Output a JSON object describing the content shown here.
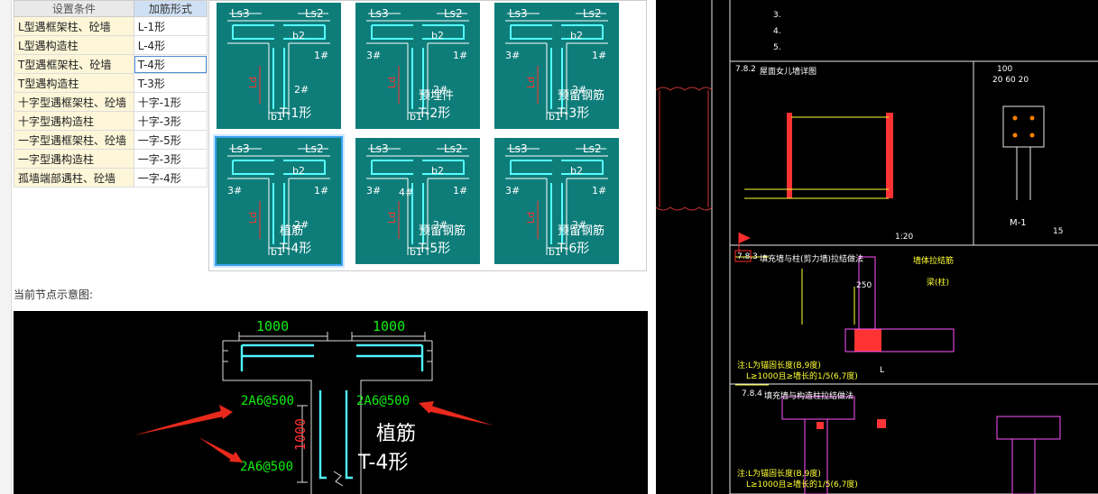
{
  "table": {
    "header": {
      "condition": "设置条件",
      "rebar_form": "加筋形式"
    },
    "rows": [
      {
        "condition": "L型遇框架柱、砼墙",
        "form": "L-1形"
      },
      {
        "condition": "L型遇构造柱",
        "form": "L-4形"
      },
      {
        "condition": "T型遇框架柱、砼墙",
        "form": "T-4形"
      },
      {
        "condition": "T型遇构造柱",
        "form": "T-3形"
      },
      {
        "condition": "十字型遇框架柱、砼墙",
        "form": "十字-1形"
      },
      {
        "condition": "十字型遇构造柱",
        "form": "十字-3形"
      },
      {
        "condition": "一字型遇框架柱、砼墙",
        "form": "一字-5形"
      },
      {
        "condition": "一字型遇构造柱",
        "form": "一字-3形"
      },
      {
        "condition": "孤墙端部遇柱、砼墙",
        "form": "一字-4形"
      }
    ]
  },
  "thumbnails": [
    {
      "ls3": "Ls3",
      "ls2": "Ls2",
      "b2": "b2",
      "b1": "b1",
      "ld": "Ld",
      "bar1": "1#",
      "bar2": "2#",
      "bar3": "",
      "bar4": "",
      "title": "",
      "name": "T-1形"
    },
    {
      "ls3": "Ls3",
      "ls2": "Ls2",
      "b2": "b2",
      "b1": "b1",
      "ld": "Ld",
      "bar1": "1#",
      "bar2": "2#",
      "bar3": "3#",
      "bar4": "",
      "title": "预埋件",
      "name": "T-2形"
    },
    {
      "ls3": "Ls3",
      "ls2": "Ls2",
      "b2": "b2",
      "b1": "b1",
      "ld": "Ld",
      "bar1": "1#",
      "bar2": "2#",
      "bar3": "3#",
      "bar4": "",
      "title": "预留钢筋",
      "name": "T-3形"
    },
    {
      "ls3": "Ls3",
      "ls2": "Ls2",
      "b2": "b2",
      "b1": "b1",
      "ld": "Ld",
      "bar1": "1#",
      "bar2": "2#",
      "bar3": "3#",
      "bar4": "",
      "title": "植筋",
      "name": "T-4形"
    },
    {
      "ls3": "Ls3",
      "ls2": "Ls2",
      "b2": "b2",
      "b1": "b1",
      "ld": "Ld",
      "bar1": "1#",
      "bar2": "2#",
      "bar3": "3#",
      "bar4": "4#",
      "title": "预留钢筋",
      "name": "T-5形"
    },
    {
      "ls3": "Ls3",
      "ls2": "Ls2",
      "b2": "b2",
      "b1": "b1",
      "ld": "Ld",
      "bar1": "1#",
      "bar2": "2#",
      "bar3": "3#",
      "bar4": "",
      "title": "预留钢筋",
      "name": "T-6形"
    }
  ],
  "node_caption": "当前节点示意图:",
  "preview": {
    "dim_left": "1000",
    "dim_right": "1000",
    "dim_vertical": "1000",
    "rebar_left": "2A6@500",
    "rebar_right": "2A6@500",
    "rebar_bottom": "2A6@500",
    "title": "植筋",
    "shape": "T-4形"
  },
  "cad": {
    "note3": "3.",
    "note4": "4.",
    "note5": "5.",
    "sec782_num": "7.8.2",
    "sec782_title": "屋面女儿墙详图",
    "sec783_num": "7.8.3",
    "sec783_title": "填充墙与柱(剪力墙)拉结做法",
    "sec784_num": "7.8.4",
    "sec784_title": "填充墙与构造柱拉结做法",
    "m1_label": "M-1",
    "scale_label": "1:20",
    "scale_15": "15",
    "dim_100": "100",
    "dim_20_60_20": "20  60  20",
    "dim_250": "250",
    "dim_L": "L",
    "note_L1": "注:L为锚固长度(B,9度)",
    "note_L2": "L≥1000且≥墙长的1/5(6,7度)",
    "wall_a": "墙体拉结筋",
    "wall_b": "梁(柱)"
  },
  "colors": {
    "thumb_bg": "#0e7d7a",
    "cyan": "#5ff",
    "green_label": "#11ee11",
    "red_arrow": "#e8291c",
    "cad_yellow": "#ffff33",
    "cad_red": "#ff3333",
    "cad_magenta": "#ff55ff"
  }
}
